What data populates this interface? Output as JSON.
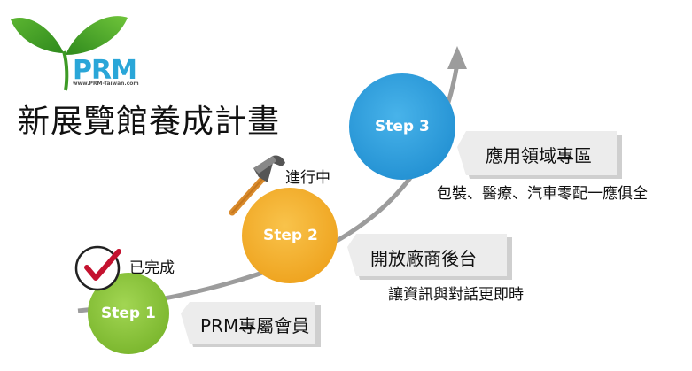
{
  "logo": {
    "brand": "PRM",
    "url": "www.PRM-Taiwan.com",
    "icon": "sprout-icon"
  },
  "title": "新展覽館養成計畫",
  "steps": [
    {
      "label": "Step 1",
      "color": "#8cc63f",
      "status": "已完成",
      "status_icon": "checkmark-circle-icon",
      "banner": "PRM專屬會員",
      "description": ""
    },
    {
      "label": "Step 2",
      "color": "#f5b12a",
      "status": "進行中",
      "status_icon": "hammer-icon",
      "banner": "開放廠商後台",
      "description": "讓資訊與對話更即時"
    },
    {
      "label": "Step 3",
      "color": "#2e9fdf",
      "status": "",
      "status_icon": "",
      "banner": "應用領域專區",
      "description": "包裝、醫療、汽車零配一應俱全"
    }
  ],
  "colors": {
    "curve": "#9c9c9c",
    "banner_bg": "#ececec",
    "banner_shadow": "#cfcfcf",
    "check": "#c4122f"
  }
}
